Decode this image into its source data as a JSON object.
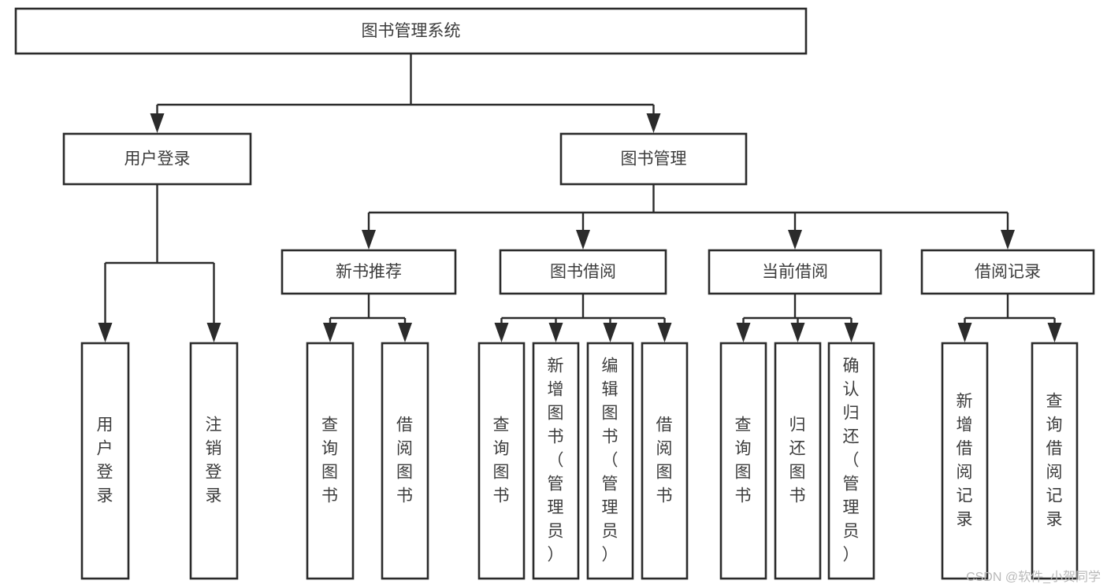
{
  "diagram": {
    "type": "tree",
    "title": "图书管理系统",
    "orientation": "top-down",
    "watermark": "CSDN @软件_小贺同学",
    "colors": {
      "background": "#ffffff",
      "box_fill": "#ffffff",
      "box_stroke": "#2b2b2b",
      "text": "#3c3c3c",
      "connector": "#2b2b2b",
      "watermark": "#b9b9b9"
    },
    "nodes": {
      "root": {
        "label": "图书管理系统",
        "level": 1,
        "orientation": "horizontal"
      },
      "l2_user_login": {
        "label": "用户登录",
        "level": 2,
        "orientation": "horizontal"
      },
      "l2_book_manage": {
        "label": "图书管理",
        "level": 2,
        "orientation": "horizontal"
      },
      "l3_new_book_rec": {
        "label": "新书推荐",
        "level": 3,
        "orientation": "horizontal"
      },
      "l3_book_borrow": {
        "label": "图书借阅",
        "level": 3,
        "orientation": "horizontal"
      },
      "l3_current_borrow": {
        "label": "当前借阅",
        "level": 3,
        "orientation": "horizontal"
      },
      "l3_borrow_record": {
        "label": "借阅记录",
        "level": 3,
        "orientation": "horizontal"
      },
      "leaf_user_login": {
        "label": "用户登录",
        "level": 4,
        "orientation": "vertical"
      },
      "leaf_logout": {
        "label": "注销登录",
        "level": 4,
        "orientation": "vertical"
      },
      "leaf_query_book_1": {
        "label": "查询图书",
        "level": 4,
        "orientation": "vertical"
      },
      "leaf_borrow_book_1": {
        "label": "借阅图书",
        "level": 4,
        "orientation": "vertical"
      },
      "leaf_query_book_2": {
        "label": "查询图书",
        "level": 4,
        "orientation": "vertical"
      },
      "leaf_add_book": {
        "label": "新增图书（管理员）",
        "level": 4,
        "orientation": "vertical"
      },
      "leaf_edit_book": {
        "label": "编辑图书（管理员）",
        "level": 4,
        "orientation": "vertical"
      },
      "leaf_borrow_book_2": {
        "label": "借阅图书",
        "level": 4,
        "orientation": "vertical"
      },
      "leaf_query_book_3": {
        "label": "查询图书",
        "level": 4,
        "orientation": "vertical"
      },
      "leaf_return_book": {
        "label": "归还图书",
        "level": 4,
        "orientation": "vertical"
      },
      "leaf_confirm_return": {
        "label": "确认归还（管理员）",
        "level": 4,
        "orientation": "vertical"
      },
      "leaf_add_record": {
        "label": "新增借阅记录",
        "level": 4,
        "orientation": "vertical"
      },
      "leaf_query_record": {
        "label": "查询借阅记录",
        "level": 4,
        "orientation": "vertical"
      }
    },
    "edges": [
      {
        "from": "root",
        "to": "l2_user_login"
      },
      {
        "from": "root",
        "to": "l2_book_manage"
      },
      {
        "from": "l2_user_login",
        "to": "leaf_user_login"
      },
      {
        "from": "l2_user_login",
        "to": "leaf_logout"
      },
      {
        "from": "l2_book_manage",
        "to": "l3_new_book_rec"
      },
      {
        "from": "l2_book_manage",
        "to": "l3_book_borrow"
      },
      {
        "from": "l2_book_manage",
        "to": "l3_current_borrow"
      },
      {
        "from": "l2_book_manage",
        "to": "l3_borrow_record"
      },
      {
        "from": "l3_new_book_rec",
        "to": "leaf_query_book_1"
      },
      {
        "from": "l3_new_book_rec",
        "to": "leaf_borrow_book_1"
      },
      {
        "from": "l3_book_borrow",
        "to": "leaf_query_book_2"
      },
      {
        "from": "l3_book_borrow",
        "to": "leaf_add_book"
      },
      {
        "from": "l3_book_borrow",
        "to": "leaf_edit_book"
      },
      {
        "from": "l3_book_borrow",
        "to": "leaf_borrow_book_2"
      },
      {
        "from": "l3_current_borrow",
        "to": "leaf_query_book_3"
      },
      {
        "from": "l3_current_borrow",
        "to": "leaf_return_book"
      },
      {
        "from": "l3_current_borrow",
        "to": "leaf_confirm_return"
      },
      {
        "from": "l3_borrow_record",
        "to": "leaf_add_record"
      },
      {
        "from": "l3_borrow_record",
        "to": "leaf_query_record"
      }
    ]
  }
}
